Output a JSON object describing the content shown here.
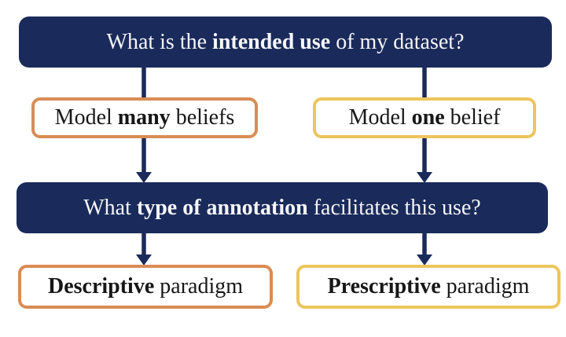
{
  "diagram": {
    "question_1": {
      "pre": "What is the ",
      "bold": "intended use",
      "post": " of my dataset?"
    },
    "option_many": {
      "pre": "Model ",
      "bold": "many",
      "post": " beliefs"
    },
    "option_one": {
      "pre": "Model ",
      "bold": "one",
      "post": " belief"
    },
    "question_2": {
      "pre": "What ",
      "bold": "type of annotation",
      "post": " facilitates this use?"
    },
    "paradigm_descriptive": {
      "pre": "",
      "bold": "Descriptive",
      "post": " paradigm"
    },
    "paradigm_prescriptive": {
      "pre": "",
      "bold": "Prescriptive",
      "post": " paradigm"
    },
    "colors": {
      "navy_box_fill": "#1a2a5a",
      "navy_box_text": "#f5f6f8",
      "arrow": "#1a2a5a",
      "orange_border": "#d98c55",
      "yellow_border": "#ecc55c",
      "option_text": "#171717",
      "background": "#ffffff"
    }
  }
}
